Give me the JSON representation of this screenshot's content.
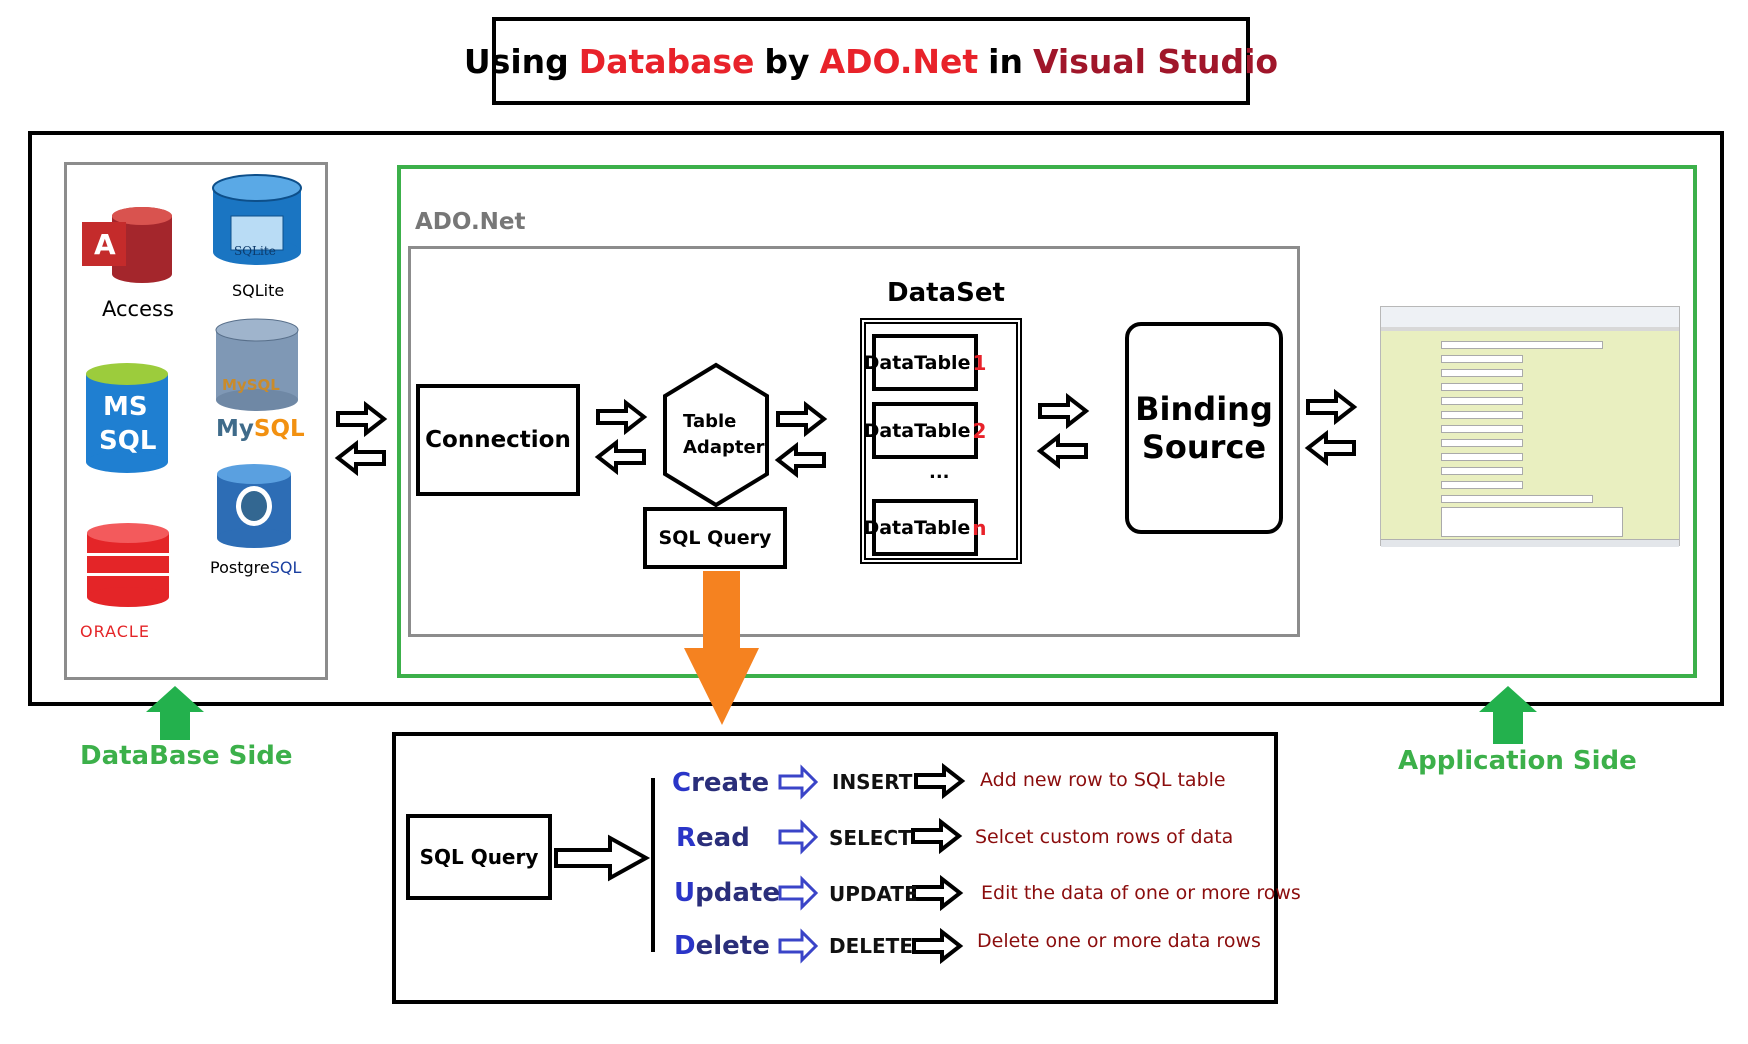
{
  "title": {
    "part1": "Using",
    "part2": "Database",
    "part3": "by",
    "part4": "ADO.Net",
    "part5": "in",
    "part6": "Visual Studio"
  },
  "databases": {
    "access": "Access",
    "access_letter": "A",
    "sqlite": "SQLite",
    "sqlite_badge": "SQLite",
    "mssql_line1": "MS",
    "mssql_line2": "SQL",
    "mysql_part1": "My",
    "mysql_part2": "SQL",
    "mysql_badge": "MySQL",
    "oracle": "ORACLE",
    "postgres_part1": "Postgre",
    "postgres_part2": "SQL"
  },
  "ado": {
    "label": "ADO.Net",
    "connection": "Connection",
    "table_adapter_line1": "Table",
    "table_adapter_line2": "Adapter",
    "sql_query": "SQL Query",
    "dataset": "DataSet",
    "datatable1_name": "DataTable",
    "datatable1_num": "1",
    "datatable2_name": "DataTable",
    "datatable2_num": "2",
    "ellipsis": "...",
    "datatablen_name": "DataTable",
    "datatablen_num": "n",
    "binding_line1": "Binding",
    "binding_line2": "Source"
  },
  "sides": {
    "database": "DataBase Side",
    "application": "Application Side"
  },
  "sql_box": {
    "label": "SQL Query",
    "rows": [
      {
        "first": "C",
        "rest": "reate",
        "keyword": "INSERT",
        "desc": "Add new row to SQL table"
      },
      {
        "first": "R",
        "rest": "ead",
        "keyword": "SELECT",
        "desc": "Selcet custom rows of data"
      },
      {
        "first": "U",
        "rest": "pdate",
        "keyword": "UPDATE",
        "desc": "Edit the data of one or more rows"
      },
      {
        "first": "D",
        "rest": "elete",
        "keyword": "DELETE",
        "desc": "Delete one or more data rows"
      }
    ]
  },
  "colors": {
    "red": "#e8222a",
    "darkred": "#a0162a",
    "green": "#3cb04a",
    "orange": "#f58220",
    "blue": "#2a35c8",
    "desc": "#8b0d0d"
  }
}
